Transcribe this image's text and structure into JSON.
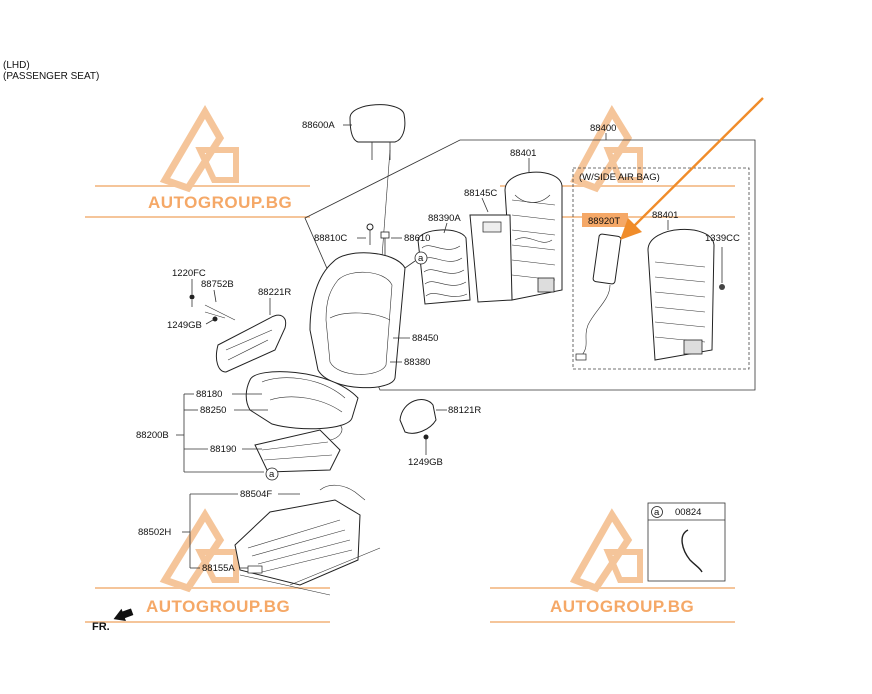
{
  "header": {
    "line1": "(LHD)",
    "line2": "(PASSENGER SEAT)"
  },
  "watermark": {
    "text": "AUTOGROUP.BG",
    "color": "#f5a867"
  },
  "arrow_color": "#f08c2a",
  "highlight_color": "#f5a867",
  "inset_label": "(W/SIDE AIR BAG)",
  "legend": {
    "marker": "a",
    "code": "00824"
  },
  "front_label": "FR.",
  "callouts": {
    "p88600A": "88600A",
    "p88400": "88400",
    "p88401a": "88401",
    "p88145C": "88145C",
    "p88390A": "88390A",
    "p88810C": "88810C",
    "p88610": "88610",
    "p88920T": "88920T",
    "p88401b": "88401",
    "p1339CC": "1339CC",
    "p1220FC": "1220FC",
    "p88752B": "88752B",
    "p88221R": "88221R",
    "p1249GBa": "1249GB",
    "p88450": "88450",
    "p88380": "88380",
    "p88180": "88180",
    "p88250": "88250",
    "p88200B": "88200B",
    "p88190": "88190",
    "p88121R": "88121R",
    "p1249GBb": "1249GB",
    "p88504F": "88504F",
    "p88502H": "88502H",
    "p88155A": "88155A"
  }
}
